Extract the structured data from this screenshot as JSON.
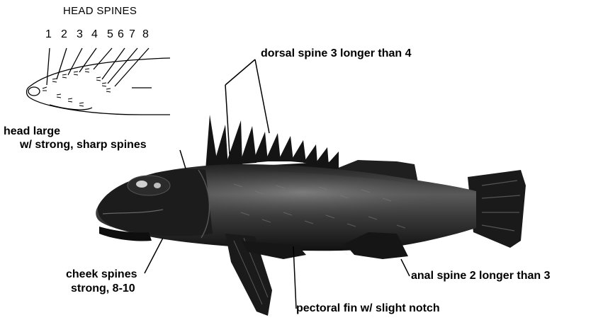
{
  "head_spines_inset": {
    "title": "HEAD SPINES",
    "numbers": [
      "1",
      "2",
      "3",
      "4",
      "5",
      "6",
      "7",
      "8"
    ]
  },
  "labels": {
    "dorsal": "dorsal spine 3 longer than 4",
    "head_line1": "head large",
    "head_line2": "w/ strong, sharp spines",
    "cheek_line1": "cheek spines",
    "cheek_line2": "strong, 8-10",
    "anal": "anal spine 2 longer than 3",
    "pectoral": "pectoral fin w/ slight notch"
  },
  "colors": {
    "ink": "#000000",
    "fish_dark": "#161616",
    "fish_mid": "#3c3c3c",
    "fish_light": "#8a8a8a",
    "background": "#ffffff"
  }
}
